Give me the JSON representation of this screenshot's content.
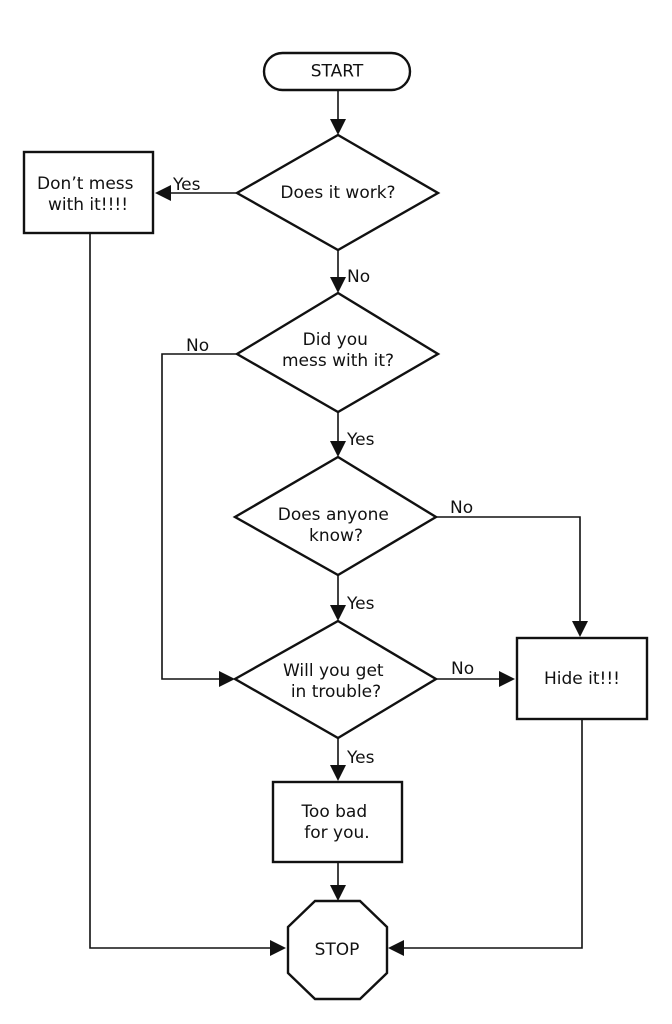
{
  "nodes": {
    "start": "START",
    "does_it_work": "Does it work?",
    "dont_mess": [
      "Don’t mess",
      "with it!!!!"
    ],
    "did_you_mess": [
      "Did you",
      "mess with it?"
    ],
    "does_anyone_know": [
      "Does anyone",
      "know?"
    ],
    "will_you_get_trouble": [
      "Will you get",
      "in trouble?"
    ],
    "hide_it": "Hide it!!!",
    "too_bad": [
      "Too bad",
      "for you."
    ],
    "stop": "STOP"
  },
  "edges": {
    "work_yes": "Yes",
    "work_no": "No",
    "mess_no": "No",
    "mess_yes": "Yes",
    "know_no": "No",
    "know_yes": "Yes",
    "trouble_no": "No",
    "trouble_yes": "Yes"
  }
}
